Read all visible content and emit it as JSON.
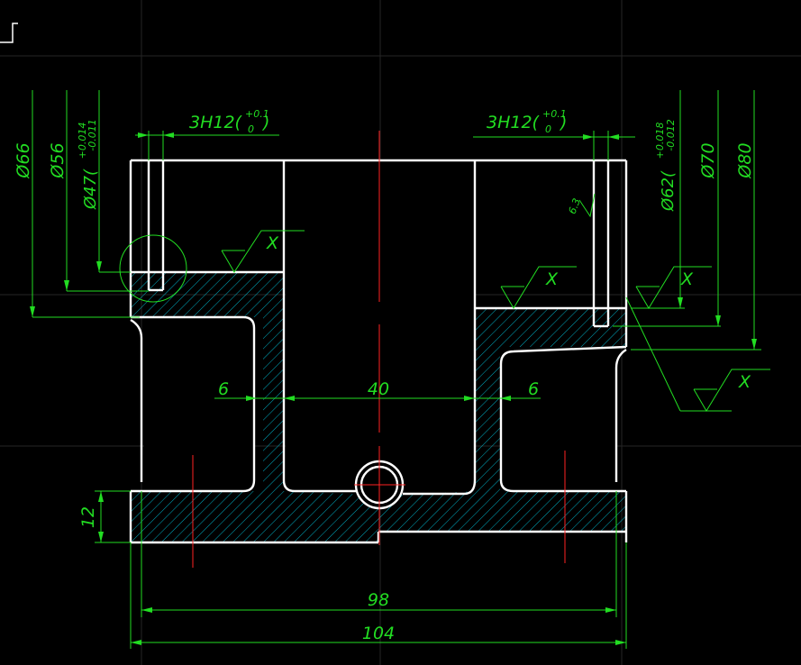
{
  "canvas": {
    "background": "#000000",
    "object_color": "#ffffff",
    "dimension_color": "#22dd22",
    "centerline_color": "#ff2222",
    "hatch_color": "#00c8e0"
  },
  "dimensions": {
    "width_overall": "104",
    "width_inner": "98",
    "bore": "40",
    "wall_left": "6",
    "wall_right": "6",
    "base_height": "12",
    "dia_66": "Ø66",
    "dia_56": "Ø56",
    "dia_47": "Ø47(",
    "dia_47_tol_upper": "+0.014",
    "dia_47_tol_lower": "-0.011",
    "dia_62": "Ø62(",
    "dia_62_tol_upper": "+0.018",
    "dia_62_tol_lower": "-0.012",
    "dia_70": "Ø70",
    "dia_80": "Ø80",
    "groove_left": "3H12(",
    "groove_right": "3H12(",
    "groove_tol_upper": "+0.1",
    "groove_tol_lower": "0",
    "roughness_value": "6.3"
  },
  "surface_marks": {
    "label": "X"
  }
}
